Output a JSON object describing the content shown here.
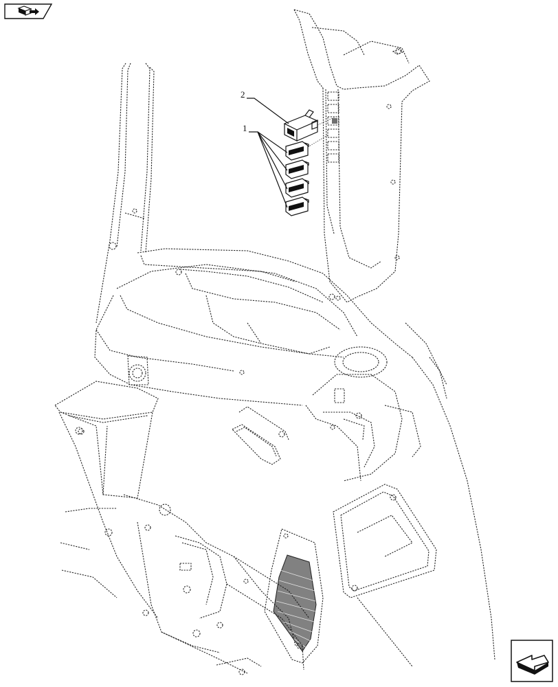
{
  "callouts": [
    {
      "id": "2",
      "text": "2"
    },
    {
      "id": "1",
      "text": "1"
    }
  ],
  "icons": {
    "top_left": "book-arrow-icon",
    "bottom_right": "next-page-arrow-icon"
  }
}
